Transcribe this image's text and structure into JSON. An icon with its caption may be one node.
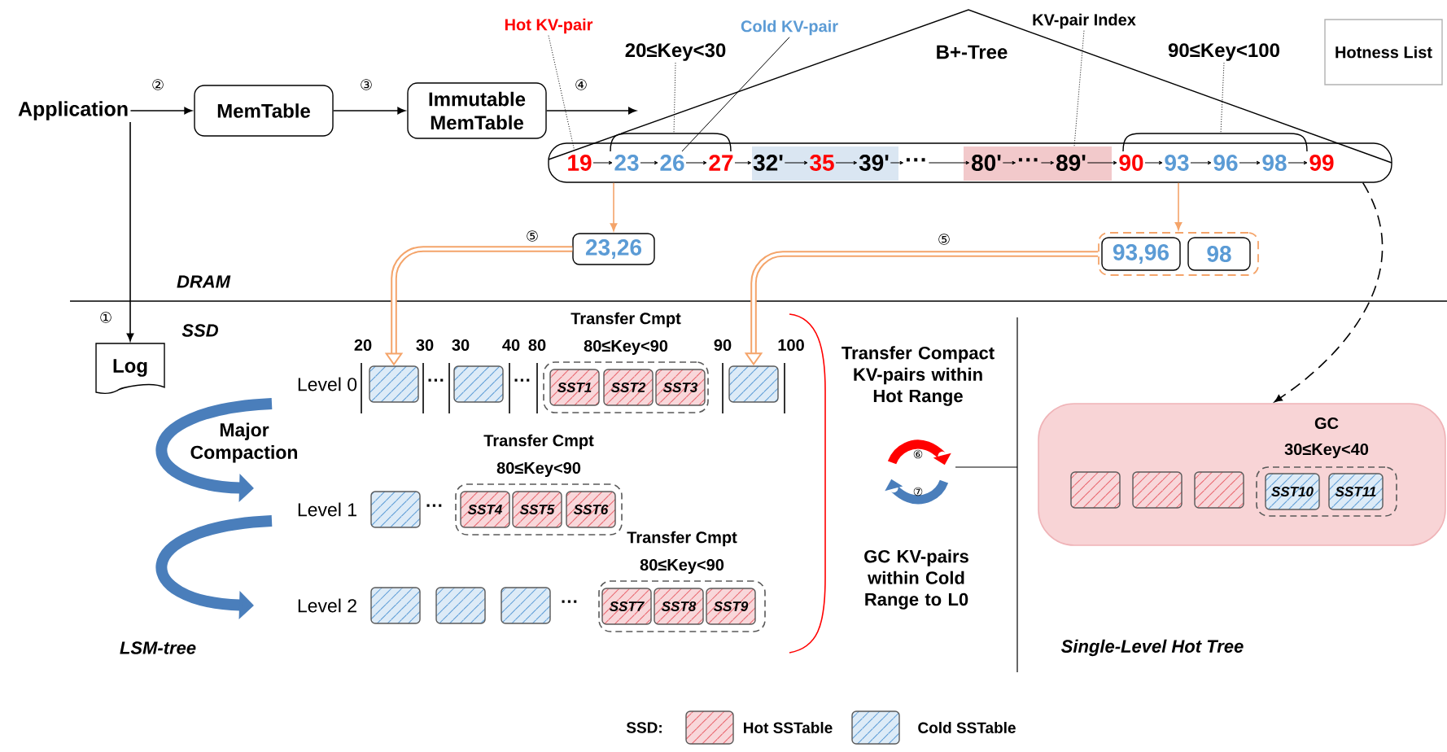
{
  "diagram": {
    "nodes": [
      {
        "text": [
          "Application"
        ]
      },
      {
        "text": [
          "MemTable"
        ]
      },
      {
        "text": [
          "Immutable MemTable"
        ]
      },
      {
        "text": [
          "19",
          "23",
          "26",
          "27",
          "32'",
          "35",
          "39'",
          "···",
          "80'",
          "···",
          "89'",
          "90",
          "93",
          "96",
          "98",
          "99"
        ]
      },
      {
        "text": [
          "Hot KV-pair"
        ]
      },
      {
        "text": [
          "Cold KV-pair"
        ]
      },
      {
        "text": [
          "20≤Key<30"
        ]
      },
      {
        "text": [
          "KV-pair Index"
        ]
      },
      {
        "text": [
          "90≤Key<100"
        ]
      },
      {
        "text": [
          "Hotness List"
        ]
      },
      {
        "text": [
          "23,26"
        ]
      },
      {
        "text": [],
        "shape": "box"
      },
      {
        "text": [
          "93,96"
        ],
        "in": 11
      },
      {
        "text": [
          "98"
        ],
        "in": 11
      },
      {
        "text": [
          "Log"
        ]
      },
      {
        "text": [],
        "shape": "box"
      },
      {
        "text": [],
        "shape": "box"
      },
      {
        "text": [
          "Transfer Cmpt",
          "80≤Key<90"
        ]
      },
      {
        "text": [
          "SST1"
        ],
        "in": 17
      },
      {
        "text": [
          "SST2"
        ],
        "in": 17
      },
      {
        "text": [
          "SST3"
        ],
        "in": 17
      },
      {
        "text": [],
        "shape": "box"
      },
      {
        "text": [],
        "shape": "box"
      },
      {
        "text": [
          "Transfer Cmpt",
          "80≤Key<90"
        ]
      },
      {
        "text": [
          "SST4"
        ],
        "in": 23
      },
      {
        "text": [
          "SST5"
        ],
        "in": 23
      },
      {
        "text": [
          "SST6"
        ],
        "in": 23
      },
      {
        "text": [],
        "shape": "box"
      },
      {
        "text": [],
        "shape": "box"
      },
      {
        "text": [],
        "shape": "box"
      },
      {
        "text": [
          "Transfer Cmpt",
          "80≤Key<90"
        ]
      },
      {
        "text": [
          "SST7"
        ],
        "in": 30
      },
      {
        "text": [
          "SST8"
        ],
        "in": 30
      },
      {
        "text": [
          "SST9"
        ],
        "in": 30
      },
      {
        "text": [],
        "shape": "box"
      },
      {
        "text": [],
        "shape": "box",
        "in": 34
      },
      {
        "text": [],
        "shape": "box",
        "in": 34
      },
      {
        "text": [],
        "shape": "box",
        "in": 34
      },
      {
        "text": [
          "GC",
          "30≤Key<40"
        ],
        "in": 34
      },
      {
        "text": [
          "SST10"
        ],
        "in": 38
      },
      {
        "text": [
          "SST11"
        ],
        "in": 38
      }
    ],
    "edges": [
      {
        "from": 0,
        "to": 1,
        "arrow": "to",
        "label": "②"
      },
      {
        "from": 1,
        "to": 2,
        "arrow": "to",
        "label": "③"
      },
      {
        "from": 2,
        "to": null,
        "arrow": "to",
        "label": "④"
      },
      {
        "from": 0,
        "to": 14,
        "arrow": "to",
        "label": "①"
      },
      {
        "from": 3,
        "to": 10,
        "arrow": "to",
        "color": "#f4a46a"
      },
      {
        "from": 3,
        "to": 11,
        "arrow": "to",
        "color": "#f4a46a"
      },
      {
        "from": 10,
        "to": 15,
        "arrow": "to",
        "label": "⑤",
        "style": "thick",
        "color": "#f4a46a"
      },
      {
        "from": 11,
        "to": 21,
        "arrow": "to",
        "label": "⑤",
        "style": "thick",
        "color": "#f4a46a"
      },
      {
        "from": 3,
        "to": 34,
        "arrow": "to",
        "style": "dashed"
      },
      {
        "from": 4,
        "to": 3,
        "arrow": "none",
        "style": "dashed"
      },
      {
        "from": 5,
        "to": 3,
        "arrow": "none"
      },
      {
        "from": 6,
        "to": 3,
        "arrow": "none",
        "style": "dashed"
      },
      {
        "from": 7,
        "to": 3,
        "arrow": "none",
        "style": "dashed"
      },
      {
        "from": 8,
        "to": 3,
        "arrow": "none",
        "style": "dashed"
      }
    ],
    "labels": [
      "B+-Tree",
      "DRAM",
      "SSD",
      "20",
      "30",
      "30",
      "40",
      "80",
      "90",
      "100",
      "Level 0",
      "···",
      "···",
      "Transfer Compact KV-pairs within Hot Range",
      "⑥",
      "⑦",
      "Major Compaction",
      "Level 1",
      "···",
      "GC KV-pairs within Cold Range to L0",
      "Level 2",
      "···",
      "LSM-tree",
      "Single-Level Hot Tree",
      "SSD:"
    ],
    "legend": [
      {
        "text": "Hot SSTable"
      },
      {
        "text": "Cold SSTable"
      }
    ]
  }
}
